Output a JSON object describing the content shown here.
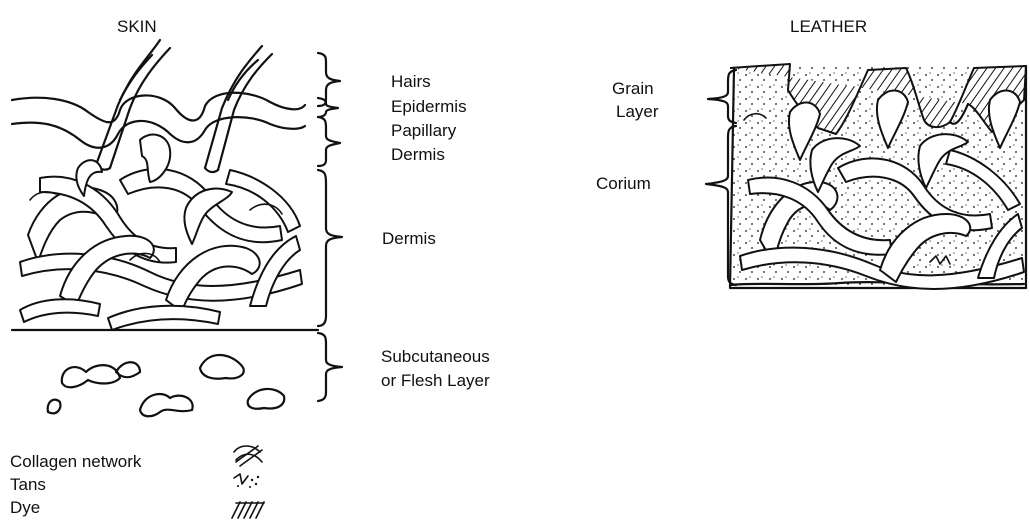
{
  "skin": {
    "title": "SKIN",
    "labels": {
      "hairs": "Hairs",
      "epidermis": "Epidermis",
      "papillary_1": "Papillary",
      "papillary_2": "Dermis",
      "dermis": "Dermis",
      "subcutaneous_1": "Subcutaneous",
      "subcutaneous_2": "or Flesh Layer"
    }
  },
  "leather": {
    "title": "LEATHER",
    "labels": {
      "grain_1": "Grain",
      "grain_2": "Layer",
      "corium": "Corium"
    }
  },
  "legend": {
    "items": [
      {
        "label": "Collagen network",
        "icon": "collagen-icon"
      },
      {
        "label": "Tans",
        "icon": "tans-icon"
      },
      {
        "label": "Dye",
        "icon": "dye-icon"
      }
    ]
  }
}
